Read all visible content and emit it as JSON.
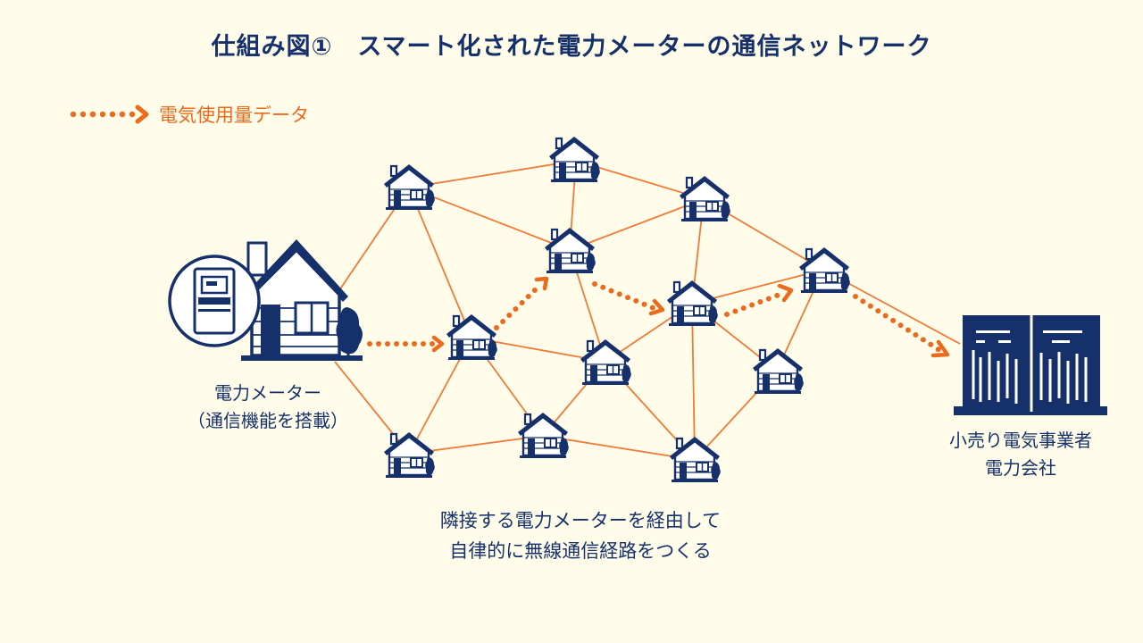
{
  "title": "仕組み図①　スマート化された電力メーターの通信ネットワーク",
  "legend": {
    "label": "電気使用量データ",
    "arrow_color": "#ea6a1e"
  },
  "meter_caption": {
    "line1": "電力メーター",
    "line2": "（通信機能を搭載）"
  },
  "company_caption": {
    "line1": "小売り電気事業者",
    "line2": "電力会社"
  },
  "bottom_caption": {
    "line1": "隣接する電力メーターを経由して",
    "line2": "自律的に無線通信経路をつくる"
  },
  "colors": {
    "background": "#fffde9",
    "navy": "#16306b",
    "orange": "#ea6a1e",
    "line": "#f07a3a"
  }
}
